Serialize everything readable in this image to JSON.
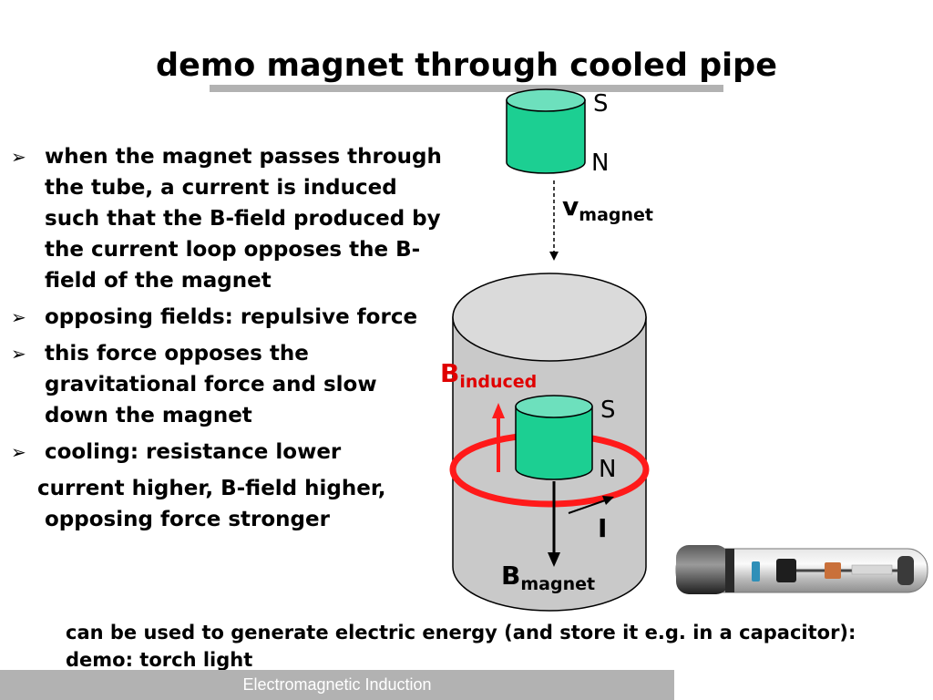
{
  "title": "demo magnet through cooled pipe",
  "bullets": [
    "when the magnet passes through the tube, a current is induced such that the B-field produced by the current loop opposes the B-field of the magnet",
    "opposing fields: repulsive force",
    "this force opposes the gravitational force and slow down the magnet",
    "cooling: resistance lower"
  ],
  "bullet_continuation": "current higher, B-field higher, opposing force stronger",
  "bullet_marker": "➢",
  "diagram": {
    "top_magnet": {
      "south": "S",
      "north": "N"
    },
    "velocity": {
      "symbol": "v",
      "subscript": "magnet"
    },
    "b_induced": {
      "symbol": "B",
      "subscript": "induced"
    },
    "inner_magnet": {
      "south": "S",
      "north": "N"
    },
    "current": "I",
    "b_magnet": {
      "symbol": "B",
      "subscript": "magnet"
    }
  },
  "bottom_text": "can be used to generate electric energy (and store it e.g. in a capacitor): demo: torch light",
  "footer": "Electromagnetic Induction",
  "colors": {
    "magnet": "#1ccf92",
    "magnet_top": "#6de0bd",
    "pipe": "#c9c9c9",
    "loop": "#ff1a1a",
    "title_bar": "#b2b2b2"
  }
}
